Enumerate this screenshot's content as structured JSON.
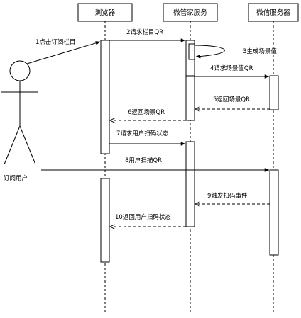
{
  "participants": {
    "browser": "浏览器",
    "wechat_manager": "微管家服务",
    "wechat_server": "微信服务器",
    "user": "订阅用户"
  },
  "messages": [
    {
      "text": "1点击订阅栏目"
    },
    {
      "text": "2请求栏目QR"
    },
    {
      "text": "3生成场景值"
    },
    {
      "text": "4请求场景值QR"
    },
    {
      "text": "5返回场景QR"
    },
    {
      "text": "6返回场景QR"
    },
    {
      "text": "7请求用户扫码状态"
    },
    {
      "text": "8用户扫描QR"
    },
    {
      "text": "9触发扫码事件"
    },
    {
      "text": "10返回用户扫码状态"
    }
  ]
}
